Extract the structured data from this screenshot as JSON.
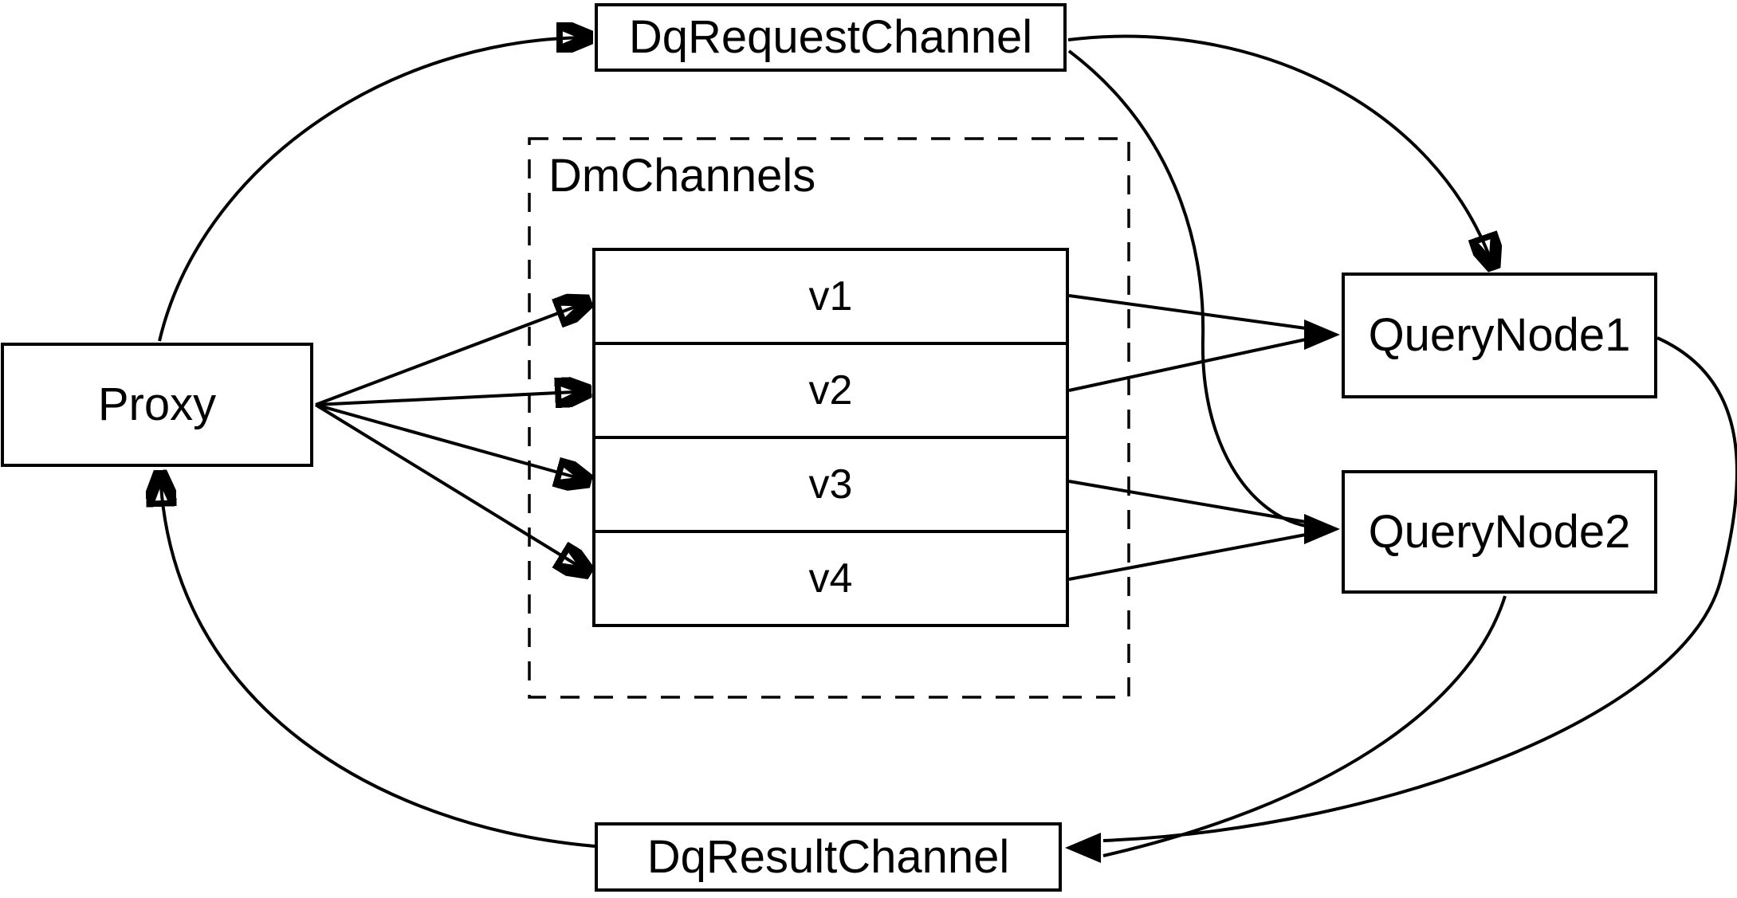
{
  "diagram": {
    "nodes": {
      "proxy": {
        "label": "Proxy"
      },
      "dq_request_channel": {
        "label": "DqRequestChannel"
      },
      "dm_channels": {
        "label": "DmChannels"
      },
      "v1": {
        "label": "v1"
      },
      "v2": {
        "label": "v2"
      },
      "v3": {
        "label": "v3"
      },
      "v4": {
        "label": "v4"
      },
      "query_node1": {
        "label": "QueryNode1"
      },
      "query_node2": {
        "label": "QueryNode2"
      },
      "dq_result_channel": {
        "label": "DqResultChannel"
      }
    },
    "edges": [
      {
        "from": "Proxy",
        "to": "DqRequestChannel"
      },
      {
        "from": "Proxy",
        "to": "v1"
      },
      {
        "from": "Proxy",
        "to": "v2"
      },
      {
        "from": "Proxy",
        "to": "v3"
      },
      {
        "from": "Proxy",
        "to": "v4"
      },
      {
        "from": "v1",
        "to": "QueryNode1"
      },
      {
        "from": "v2",
        "to": "QueryNode1"
      },
      {
        "from": "v3",
        "to": "QueryNode2"
      },
      {
        "from": "v4",
        "to": "QueryNode2"
      },
      {
        "from": "DqRequestChannel",
        "to": "QueryNode1"
      },
      {
        "from": "DqRequestChannel",
        "to": "QueryNode2"
      },
      {
        "from": "QueryNode1",
        "to": "DqResultChannel"
      },
      {
        "from": "QueryNode2",
        "to": "DqResultChannel"
      },
      {
        "from": "DqResultChannel",
        "to": "Proxy"
      }
    ]
  },
  "colors": {
    "background": "#ffffff",
    "stroke": "#000000",
    "text": "#000000"
  }
}
